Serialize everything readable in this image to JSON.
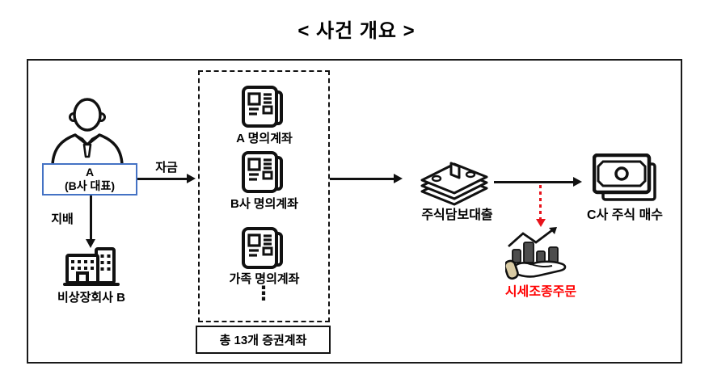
{
  "title": "< 사건 개요 >",
  "colors": {
    "box_border_blue": "#4472c4",
    "arrow_red": "#e8131b",
    "label_red": "#ff0000",
    "bar_gray": "#4d4d4d",
    "cuff_tan": "#d9cba4",
    "line_black": "#111111"
  },
  "person": {
    "box_line1": "A",
    "box_line2": "(B사 대표)",
    "icon": "businessman-icon"
  },
  "edges": {
    "funds": "자금",
    "control": "지배"
  },
  "company": {
    "label": "비상장회사 B",
    "icon": "building-icon"
  },
  "accounts": {
    "items": [
      {
        "label": "A 명의계좌",
        "icon": "account-ledger-icon"
      },
      {
        "label": "B사 명의계좌",
        "icon": "account-ledger-icon"
      },
      {
        "label": "가족 명의계좌",
        "icon": "account-ledger-icon"
      }
    ],
    "ellipsis": "⋮",
    "total": "총 13개 증권계좌"
  },
  "loan": {
    "label": "주식담보대출",
    "icon": "cash-stack-icon"
  },
  "purchase": {
    "label": "C사 주식 매수",
    "icon": "banknote-icon"
  },
  "manipulation": {
    "label": "시세조종주문",
    "icon": "hand-chart-icon"
  }
}
